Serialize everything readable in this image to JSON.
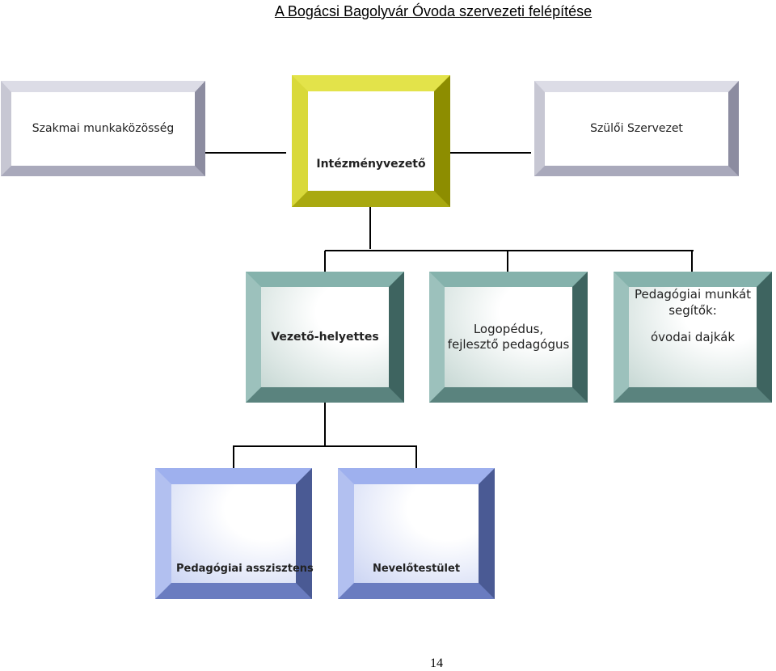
{
  "title": "A Bogácsi Bagolyvár Óvoda szervezeti felépítése",
  "nodes": {
    "szakmai": "Szakmai munkaközösség",
    "intezmenyvezeto": "Intézményvezető",
    "szuloi": "Szülői Szervezet",
    "helyettes": "Vezető-helyettes",
    "logopedus_line1": "Logopédus,",
    "logopedus_line2": "fejlesztő pedagógus",
    "pedmunk_line1": "Pedagógiai munkát",
    "pedmunk_line2": "segítők:",
    "pedmunk_line3": "óvodai dajkák",
    "asszisztens": "Pedagógiai asszisztens",
    "neveloestulet": "Nevelőtestület"
  },
  "page_number": "14"
}
